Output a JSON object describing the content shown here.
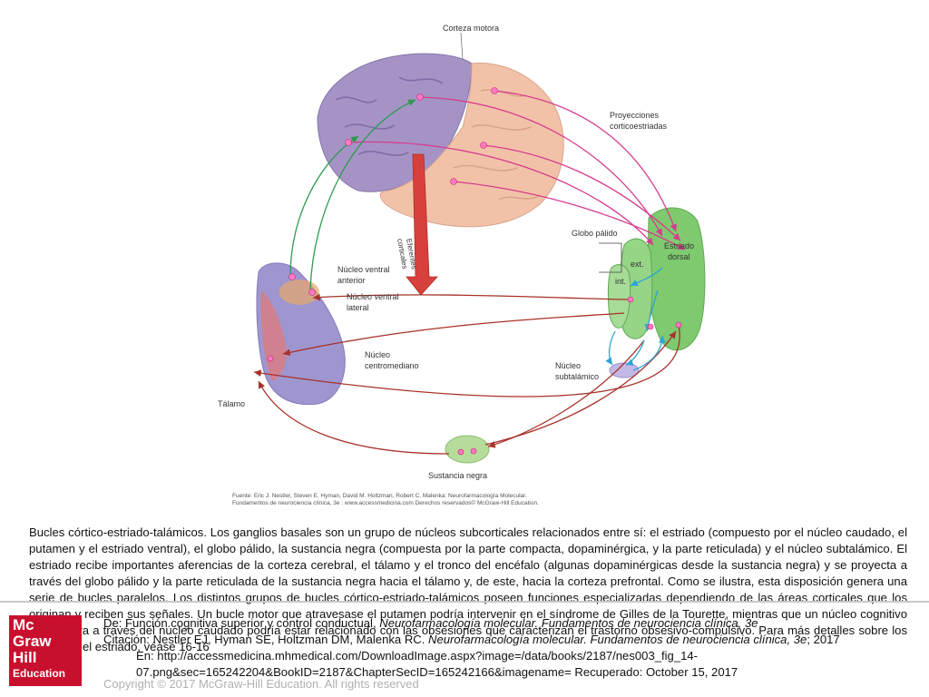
{
  "figure": {
    "labels": {
      "corteza_motora": "Corteza motora",
      "proyecciones_1": "Proyecciones",
      "proyecciones_2": "corticoestriadas",
      "eferentes_1": "Eferentes",
      "eferentes_2": "corticales",
      "globo_palido": "Globo pálido",
      "estriado_1": "Estriado",
      "estriado_2": "dorsal",
      "ext": "ext.",
      "int": "int.",
      "nucleo_ventral_anterior_1": "Núcleo ventral",
      "nucleo_ventral_anterior_2": "anterior",
      "nucleo_ventral_lateral_1": "Núcleo ventral",
      "nucleo_ventral_lateral_2": "lateral",
      "nucleo_centromediano_1": "Núcleo",
      "nucleo_centromediano_2": "centromediano",
      "talamo": "Tálamo",
      "nucleo_subtalamico_1": "Núcleo",
      "nucleo_subtalamico_2": "subtalámico",
      "sustancia_negra": "Sustancia negra"
    },
    "credit_line_1": "Fuente: Eric J. Nestler, Steven E. Hyman, David M. Holtzman, Robert C. Malenka: Neurofarmacología Molecular.",
    "credit_line_2": "Fundamentos de neurociencia clínica, 3e : www.accessmedicina.com Derechos reservados© McGraw-Hill Education."
  },
  "caption": "Bucles córtico-estriado-talámicos. Los ganglios basales son un grupo de núcleos subcorticales relacionados entre sí: el estriado (compuesto por el núcleo caudado, el putamen y el estriado ventral), el globo pálido, la sustancia negra (compuesta por la parte compacta, dopaminérgica, y la parte reticulada) y el núcleo subtalámico. El estriado recibe importantes aferencias de la corteza cerebral, el tálamo y el tronco del encéfalo (algunas dopaminérgicas desde la sustancia negra) y se proyecta a través del globo pálido y la parte reticulada de la sustancia negra hacia el tálamo y, de este, hacia la corteza prefrontal. Como se ilustra, esta disposición genera una serie de bucles paralelos. Los distintos grupos de bucles córtico-estriado-talámicos poseen funciones especializadas dependiendo de las áreas corticales que los originan y reciben sus señales. Un bucle motor que atravesase el putamen podría intervenir en el síndrome de Gilles de la Tourette, mientras que un núcleo cognitivo que pasara a través del núcleo caudado podría estar relacionado con las obsesiones que caracterizan el trastorno obsesivo-compulsivo. Para más detalles sobre los circuitos del estriado, véase 16-16",
  "citation": {
    "line1_prefix": "De: Función cognitiva superior y control conductual, ",
    "line1_italic": "Neurofarmacología molecular. Fundamentos de neurociencia clínica, 3e",
    "line2_prefix": "Citación: Nestler EJ, Hyman SE, Holtzman DM, Malenka RC. ",
    "line2_italic": "Neurofarmacología molecular. Fundamentos de neurociencia clínica, 3e",
    "line2_suffix": "; 2017",
    "line3": "En: http://accessmedicina.mhmedical.com/DownloadImage.aspx?image=/data/books/2187/nes003_fig_14-",
    "line4": "07.png&sec=165242204&BookID=2187&ChapterSecID=165242166&imagename= Recuperado: October 15, 2017"
  },
  "logo": {
    "line1": "Mc",
    "line2": "Graw",
    "line3": "Hill",
    "line4": "Education"
  },
  "copyright": "Copyright © 2017 McGraw-Hill Education. All rights reserved",
  "colors": {
    "cortex_purple": "#a593c6",
    "cortex_peach": "#f2c2a8",
    "thalamus": "#9f96d0",
    "striatum_green": "#7fc96f",
    "pink_arrow": "#d63c8e",
    "green_arrow": "#2e9a4f",
    "red_arrow": "#a8322a",
    "blue_arrow": "#2aa5d6",
    "logo_red": "#c8102e"
  }
}
